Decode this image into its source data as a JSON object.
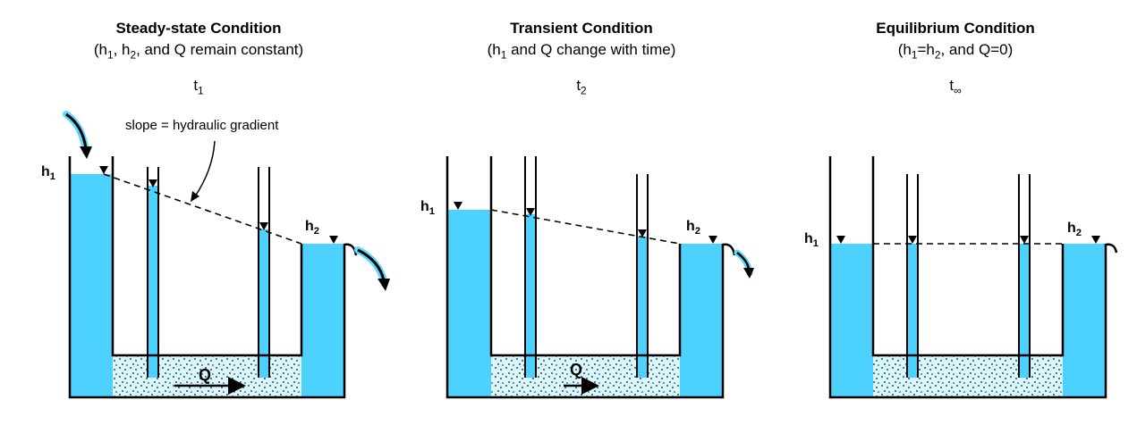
{
  "panels": [
    {
      "title": "Steady-state Condition",
      "subtitle": [
        "(h",
        "1",
        ", h",
        "2",
        ", and Q remain constant)"
      ],
      "time": [
        "t",
        "1"
      ],
      "h1": [
        "h",
        "1"
      ],
      "h2": [
        "h",
        "2"
      ],
      "flow": "Q"
    },
    {
      "title": "Transient Condition",
      "subtitle": [
        "(h",
        "1",
        " and Q change with time)"
      ],
      "time": [
        "t",
        "2"
      ],
      "h1": [
        "h",
        "1"
      ],
      "h2": [
        "h",
        "2"
      ],
      "flow": "Q"
    },
    {
      "title": "Equilibrium Condition",
      "subtitle": [
        "(h",
        "1",
        "=h",
        "2",
        ", and Q=0)"
      ],
      "time": [
        "t",
        "∞"
      ],
      "h1": [
        "h",
        "1"
      ],
      "h2": [
        "h",
        "2"
      ]
    }
  ],
  "annotation": "slope = hydraulic gradient",
  "colors": {
    "water": "#4dd2ff",
    "sand": "#d9f7ff",
    "arrow_glow": "#5fd8ff",
    "line": "#000000"
  }
}
